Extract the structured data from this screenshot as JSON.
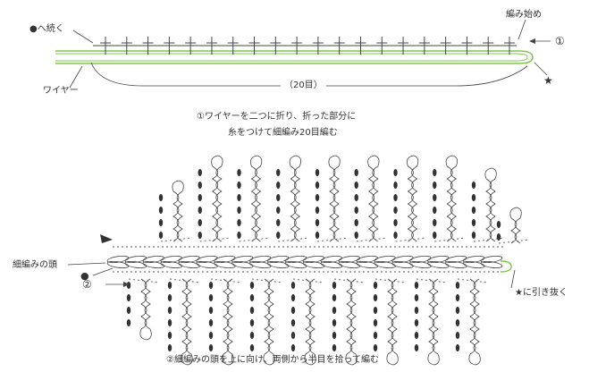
{
  "step1": {
    "continue_label": "●へ続く",
    "start_label": "編み始め",
    "step_number": "①",
    "wire_label": "ワイヤー",
    "count_label": "（20目）",
    "star": "★",
    "stitch_count": 20,
    "caption_line1": "①ワイヤーを二つに折り、折った部分に",
    "caption_line2": "糸をつけて細編み20目編む"
  },
  "step2": {
    "head_label": "細編みの頭",
    "circle_marker": "●",
    "step_number": "②",
    "pull_label": "★に引き抜く",
    "upper_branches": 9,
    "lower_branches": 9,
    "caption": "②細編みの頭を上に向け、両側から半目を拾って編む"
  },
  "colors": {
    "wire": "#7fc94a",
    "line": "#444444",
    "dot": "#333333",
    "text": "#333333"
  }
}
